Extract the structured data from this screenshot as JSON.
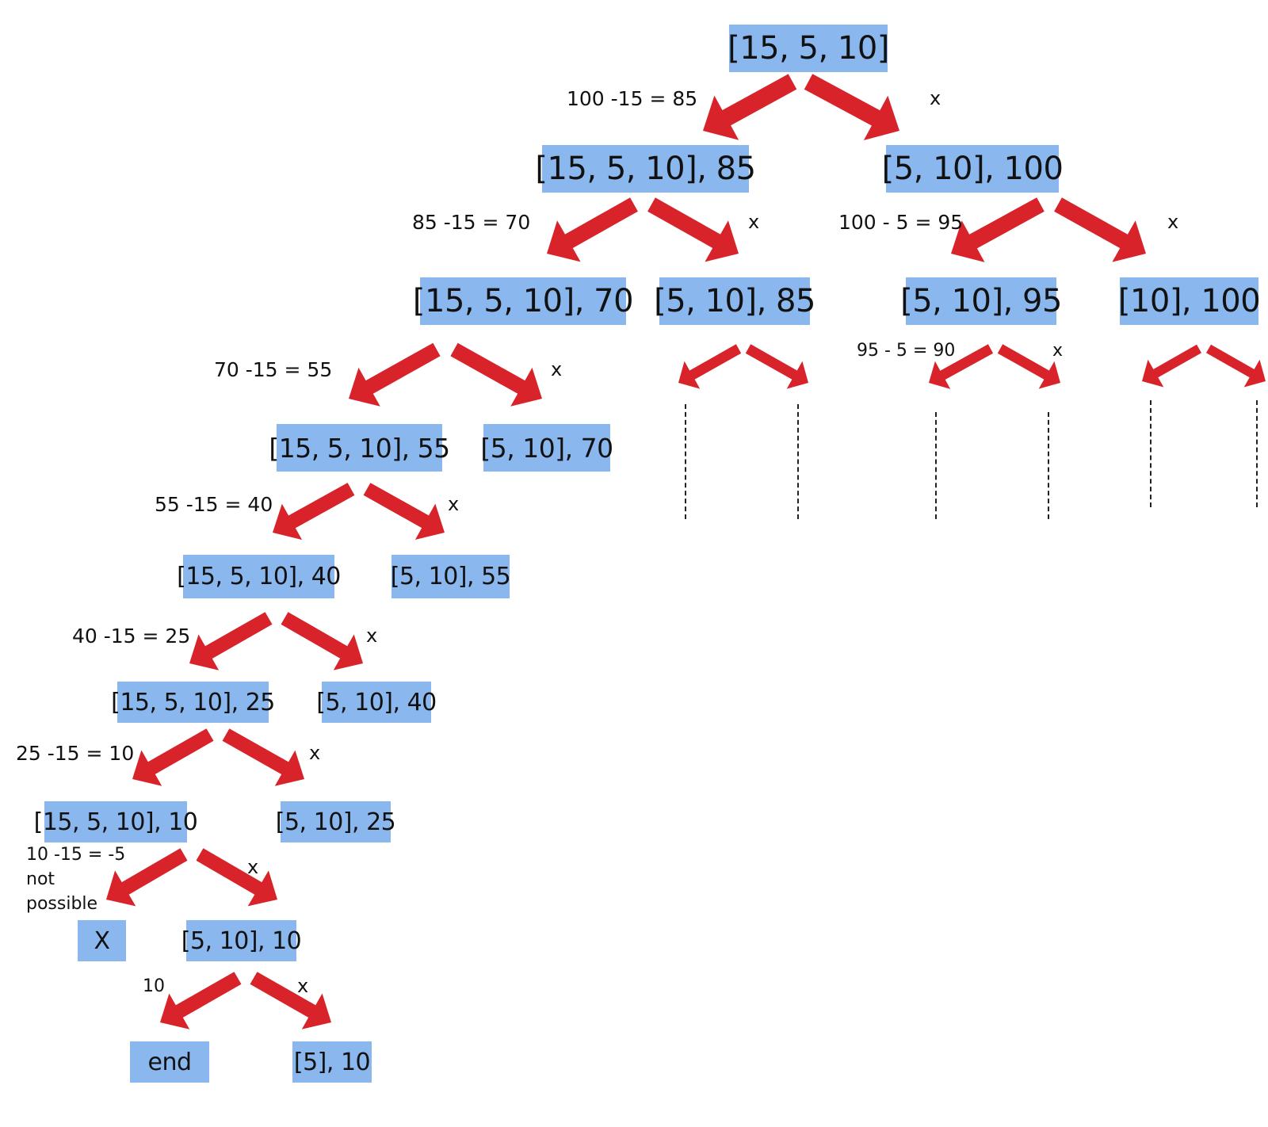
{
  "colors": {
    "node_fill": "#8ab8ee",
    "arrow": "#d8232a",
    "text": "#111111"
  },
  "nodes": {
    "root": "[15, 5, 10]",
    "l1_left": "[15, 5, 10], 85",
    "l1_right": "[5, 10], 100",
    "l2_a": "[15, 5, 10], 70",
    "l2_b": "[5, 10], 85",
    "l2_c": "[5, 10], 95",
    "l2_d": "[10], 100",
    "l3_a": "[15, 5, 10], 55",
    "l3_b": "[5, 10], 70",
    "l4_a": "[15, 5, 10], 40",
    "l4_b": "[5, 10], 55",
    "l5_a": "[15, 5, 10], 25",
    "l5_b": "[5, 10], 40",
    "l6_a": "[15, 5, 10], 10",
    "l6_b": "[5, 10], 25",
    "l7_a": "X",
    "l7_b": "[5, 10], 10",
    "l8_a": "end",
    "l8_b": "[5], 10"
  },
  "labels": {
    "e_root_left": "100 -15 = 85",
    "e_root_right": "x",
    "e_l1l_left": "85 -15 = 70",
    "e_l1l_right": "x",
    "e_l1r_left": "100 - 5 = 95",
    "e_l1r_right": "x",
    "e_l2a_left": "70 -15 = 55",
    "e_l2a_right": "x",
    "e_l2c_left": "95 - 5 = 90",
    "e_l2c_right": "x",
    "e_l3a_left": "55 -15 = 40",
    "e_l3a_right": "x",
    "e_l4a_left": "40 -15 = 25",
    "e_l4a_right": "x",
    "e_l5a_left": "25 -15 = 10",
    "e_l5a_right": "x",
    "e_l6a_left_1": "10 -15 = -5",
    "e_l6a_left_2": "not",
    "e_l6a_left_3": "possible",
    "e_l6a_right": "x",
    "e_l7b_left": "10",
    "e_l7b_right": "x"
  }
}
